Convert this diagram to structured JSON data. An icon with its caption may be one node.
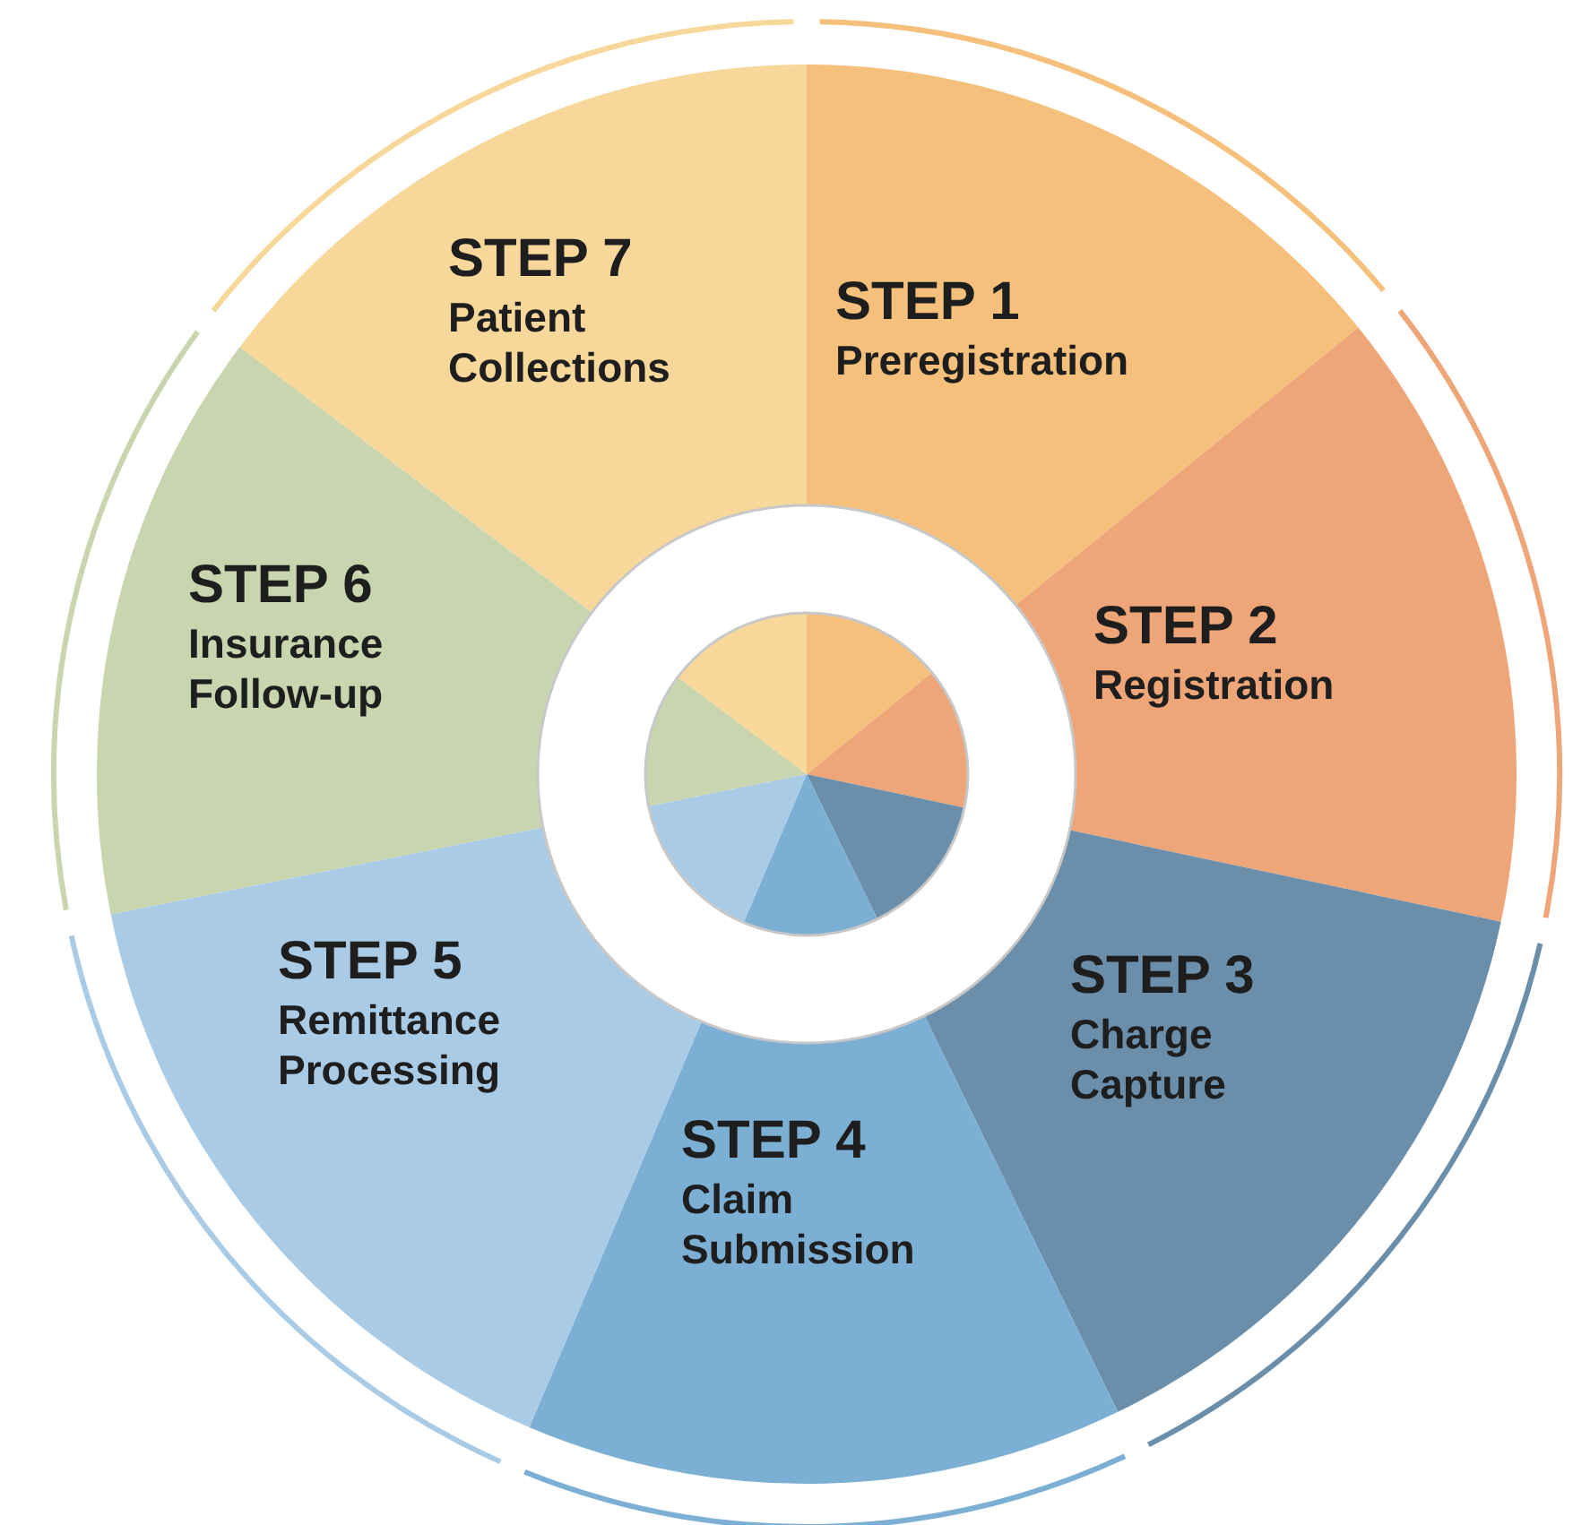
{
  "diagram": {
    "nodes": [
      {
        "text": [
          "STEP 1",
          "Preregistration"
        ]
      },
      {
        "text": [
          "STEP 2",
          "Registration"
        ]
      },
      {
        "text": [
          "STEP 3",
          "Charge Capture"
        ]
      },
      {
        "text": [
          "STEP 4",
          "Claim Submission"
        ]
      },
      {
        "text": [
          "STEP 5",
          "Remittance Processing"
        ]
      },
      {
        "text": [
          "STEP 6",
          "Insurance Follow-up"
        ]
      },
      {
        "text": [
          "STEP 7",
          "Patient Collections"
        ]
      }
    ]
  }
}
